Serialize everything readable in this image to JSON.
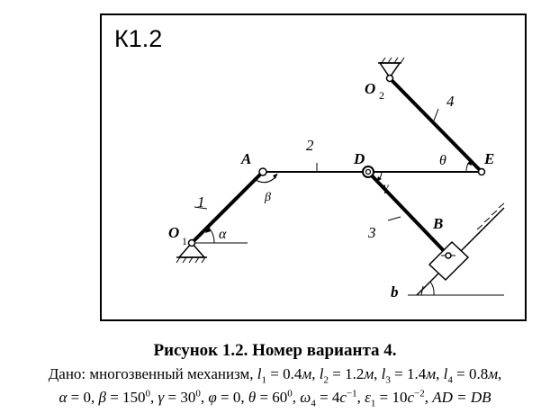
{
  "figure_label": "К1.2",
  "points": {
    "A": "A",
    "D": "D",
    "E": "E",
    "B": "B",
    "b": "b",
    "O1": "O",
    "O1_sub": "1",
    "O2": "O",
    "O2_sub": "2"
  },
  "links": {
    "l1": "1",
    "l2": "2",
    "l3": "3",
    "l4": "4"
  },
  "angles": {
    "alpha": "α",
    "beta": "β",
    "gamma": "γ",
    "theta": "θ"
  },
  "caption": "Рисунок 1.2. Номер варианта 4.",
  "given_prefix": "Дано: многозвенный механизм,",
  "given_values": {
    "l1": "0.4",
    "l2": "1.2",
    "l3": "1.4",
    "l4": "0.8",
    "unit_m": "м",
    "alpha": "0",
    "beta": "150",
    "gamma": "30",
    "phi": "0",
    "theta": "60",
    "omega4": "4",
    "eps1": "10",
    "unit_c": "c",
    "omega_exp": "−1",
    "eps_exp": "−2",
    "ad_db": "AD = DB"
  },
  "colors": {
    "line": "#000000",
    "background": "#ffffff"
  }
}
